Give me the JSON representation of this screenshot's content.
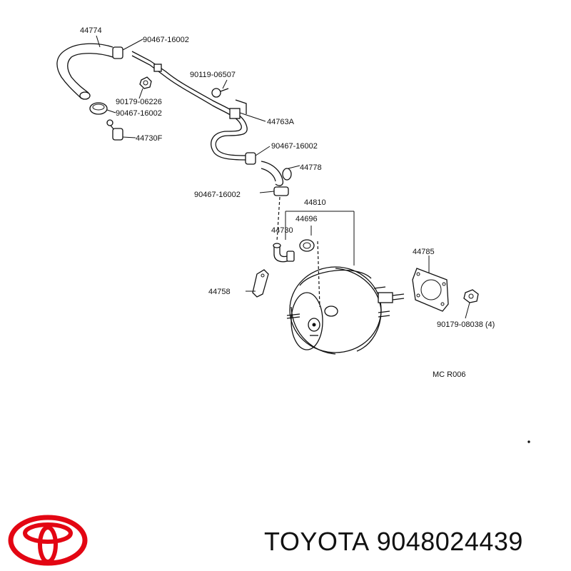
{
  "labels": {
    "p44774": "44774",
    "p90467a": "90467-16002",
    "p90119": "90119-06507",
    "p90179a": "90179-06226",
    "p90467b": "90467-16002",
    "p44763a": "44763A",
    "p44730f": "44730F",
    "p90467c": "90467-16002",
    "p44778": "44778",
    "p90467d": "90467-16002",
    "p44810": "44810",
    "p44696": "44696",
    "p44730": "44730",
    "p44785": "44785",
    "p44758": "44758",
    "p90179b": "90179-08038 (4)",
    "diagram_code": "MC R006"
  },
  "footer": {
    "brand": "TOYOTA",
    "part_number": "9048024439"
  },
  "colors": {
    "logo": "#e30613",
    "ink": "#111111"
  }
}
